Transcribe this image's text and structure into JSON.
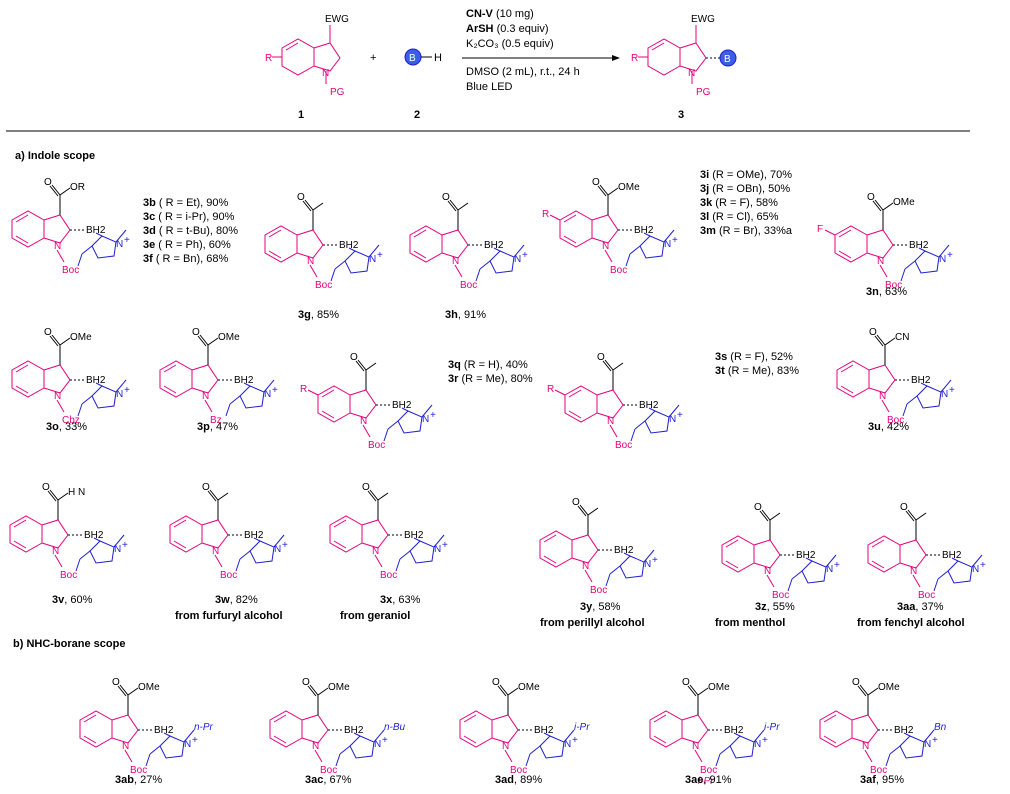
{
  "header": {
    "reactant1": {
      "ewg": "EWG",
      "r": "R",
      "pg": "PG",
      "label": "1"
    },
    "plus": "+",
    "reactant2": {
      "b": "B",
      "h": "H",
      "label": "2"
    },
    "conditions": {
      "c1_bold": "CN-V",
      "c1": " (10 mg)",
      "c2_bold": "ArSH",
      "c2": " (0.3 equiv)",
      "c3": "K₂CO₃ (0.5 equiv)",
      "c4": "DMSO (2 mL), r.t., 24 h",
      "c5": "Blue LED"
    },
    "product": {
      "ewg": "EWG",
      "r": "R",
      "pg": "PG",
      "b": "B",
      "label": "3"
    }
  },
  "sections": {
    "a": "a) Indole scope",
    "b": "b) NHC-borane scope"
  },
  "compounds": [
    {
      "id": "3b",
      "list": [
        "3b ( R = Et), 90%",
        "3c ( R = i-Pr), 90%",
        "3d ( R = t-Bu), 80%",
        "3e ( R = Ph), 60%",
        "3f ( R = Bn), 68%"
      ],
      "sub": "OR",
      "pg": "Boc"
    },
    {
      "id": "3g",
      "caption": "3g, 85%",
      "pg": "Boc"
    },
    {
      "id": "3h",
      "caption": "3h, 91%",
      "pg": "Boc"
    },
    {
      "id": "3i",
      "list": [
        "3i (R = OMe), 70%",
        "3j (R = OBn), 50%",
        "3k (R = F), 58%",
        "3l (R = Cl), 65%",
        "3m (R = Br), 33%a"
      ],
      "pg": "Boc",
      "sub": "OMe",
      "r": "R"
    },
    {
      "id": "3n",
      "caption": "3n, 63%",
      "pg": "Boc",
      "sub": "OMe",
      "r": "F"
    },
    {
      "id": "3o",
      "caption": "3o, 33%",
      "pg": "Cbz",
      "sub": "OMe"
    },
    {
      "id": "3p",
      "caption": "3p, 47%",
      "pg": "Bz",
      "sub": "OMe"
    },
    {
      "id": "3q",
      "list": [
        "3q (R = H), 40%",
        "3r (R = Me), 80%"
      ],
      "pg": "Boc",
      "r": "R"
    },
    {
      "id": "3s",
      "list": [
        "3s (R = F), 52%",
        "3t (R = Me), 83%"
      ],
      "pg": "Boc",
      "r": "R"
    },
    {
      "id": "3u",
      "caption": "3u, 42%",
      "pg": "Boc",
      "sub": "CN"
    },
    {
      "id": "3v",
      "caption": "3v, 60%",
      "pg": "Boc",
      "sub": "H N"
    },
    {
      "id": "3w",
      "caption": "3w, 82%",
      "from": "from furfuryl alcohol",
      "pg": "Boc"
    },
    {
      "id": "3x",
      "caption": "3x, 63%",
      "from": "from geraniol",
      "pg": "Boc"
    },
    {
      "id": "3y",
      "caption": "3y, 58%",
      "from": "from perillyl alcohol",
      "pg": "Boc"
    },
    {
      "id": "3z",
      "caption": "3z, 55%",
      "from": "from menthol",
      "pg": "Boc"
    },
    {
      "id": "3aa",
      "caption": "3aa, 37%",
      "from": "from fenchyl alcohol",
      "pg": "Boc"
    },
    {
      "id": "3ab",
      "caption": "3ab, 27%",
      "pg": "Boc",
      "sub": "OMe",
      "nsub": "n-Pr"
    },
    {
      "id": "3ac",
      "caption": "3ac, 67%",
      "pg": "Boc",
      "sub": "OMe",
      "nsub": "n-Bu"
    },
    {
      "id": "3ad",
      "caption": "3ad, 89%",
      "pg": "Boc",
      "sub": "OMe",
      "nsub": "i-Pr"
    },
    {
      "id": "3ae",
      "caption": "3ae, 91%",
      "pg": "Boc",
      "sub": "OMe",
      "nsub": "i-Pr",
      "n2": "i-Pr"
    },
    {
      "id": "3af",
      "caption": "3af, 95%",
      "pg": "Boc",
      "sub": "OMe",
      "nsub": "Bn"
    }
  ],
  "labels": {
    "bh2": "BH2",
    "o": "O",
    "n": "N",
    "plus": "+",
    "ome": "OMe",
    "sub2": "2"
  },
  "colors": {
    "magenta": "#e6007e",
    "blue": "#1f1fd2",
    "ball": "#3a5fe6"
  }
}
